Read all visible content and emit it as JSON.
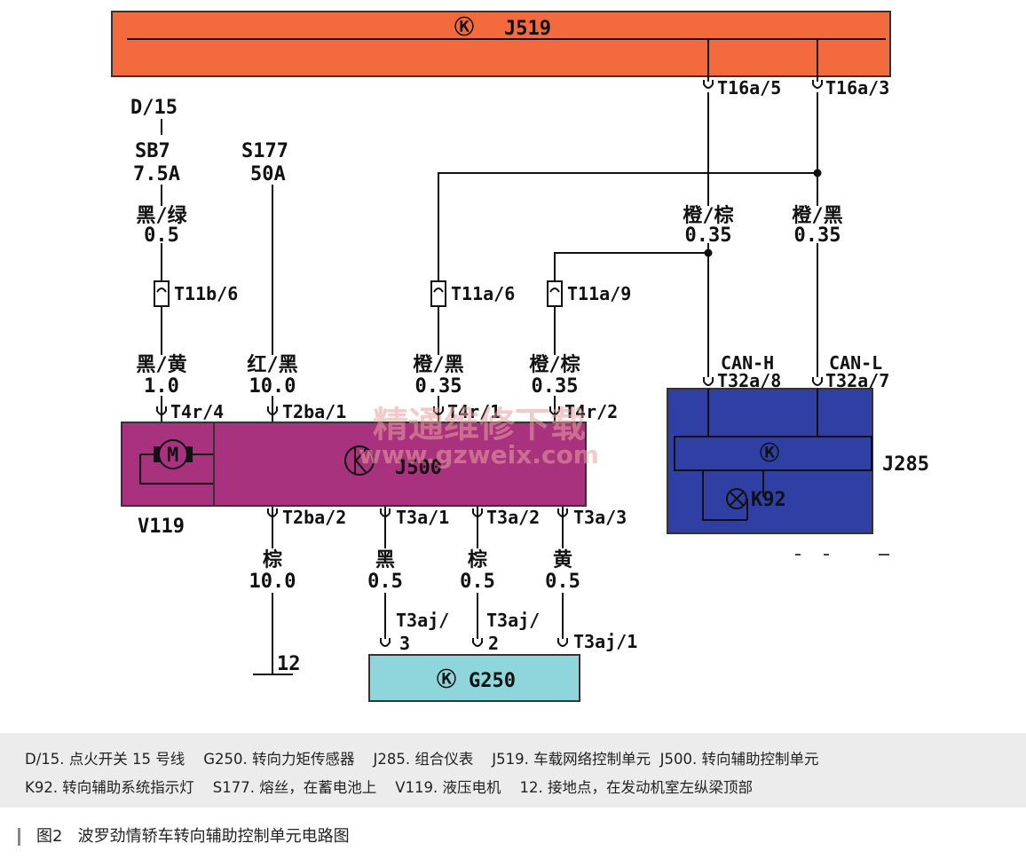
{
  "components": {
    "j519": {
      "name": "J519",
      "color": "#f26a3d"
    },
    "j500": {
      "name": "J500",
      "color": "#a8327e"
    },
    "v119": {
      "name": "V119",
      "color": "#a8327e"
    },
    "j285": {
      "name": "J285",
      "color": "#2f3fa3"
    },
    "k92": {
      "name": "K92"
    },
    "g250": {
      "name": "G250",
      "color": "#8fd6dc"
    }
  },
  "control_symbol": "Ⓚ",
  "motor_symbol": "M",
  "supply": {
    "d15": "D/15",
    "sb7": "SB7",
    "sb7_rating": "7.5A",
    "s177": "S177",
    "s177_rating": "50A"
  },
  "connectors": {
    "t16a5": "T16a/5",
    "t16a3": "T16a/3",
    "t11b6": "T11b/6",
    "t11a6": "T11a/6",
    "t11a9": "T11a/9",
    "t4r4": "T4r/4",
    "t2ba1": "T2ba/1",
    "t4r1": "T4r/1",
    "t4r2": "T4r/2",
    "t32a8": "T32a/8",
    "t32a7": "T32a/7",
    "can_h": "CAN-H",
    "can_l": "CAN-L",
    "t2ba2": "T2ba/2",
    "t3a1": "T3a/1",
    "t3a2": "T3a/2",
    "t3a3": "T3a/3",
    "t3aj3_a": "T3aj/",
    "t3aj3_b": "3",
    "t3aj2_a": "T3aj/",
    "t3aj2_b": "2",
    "t3aj1": "T3aj/1",
    "ground": "12"
  },
  "wires": {
    "w_sb7_color": "黑/绿",
    "w_sb7_size": "0.5",
    "w_v119_color": "黑/黄",
    "w_v119_size": "1.0",
    "w_s177_color": "红/黑",
    "w_s177_size": "10.0",
    "w_t4r1_color": "橙/黑",
    "w_t4r1_size": "0.35",
    "w_t4r2_color": "橙/棕",
    "w_t4r2_size": "0.35",
    "w_canh_color": "橙/棕",
    "w_canh_size": "0.35",
    "w_canl_color": "橙/黑",
    "w_canl_size": "0.35",
    "w_gnd_color": "棕",
    "w_gnd_size": "10.0",
    "w_g1_color": "黑",
    "w_g1_size": "0.5",
    "w_g2_color": "棕",
    "w_g2_size": "0.5",
    "w_g3_color": "黄",
    "w_g3_size": "0.5"
  },
  "watermark": {
    "line1": "精通维修下载",
    "line2": "www.gzweix.com"
  },
  "legend": {
    "line1": "D/15. 点火开关 15 号线    G250. 转向力矩传感器    J285. 组合仪表    J519. 车载网络控制单元  J500. 转向辅助控制单元",
    "line2": "K92. 转向辅助系统指示灯    S177. 熔丝，在蓄电池上    V119. 液压电机    12. 接地点，在发动机室左纵梁顶部"
  },
  "caption": "图2   波罗劲情轿车转向辅助控制单元电路图"
}
